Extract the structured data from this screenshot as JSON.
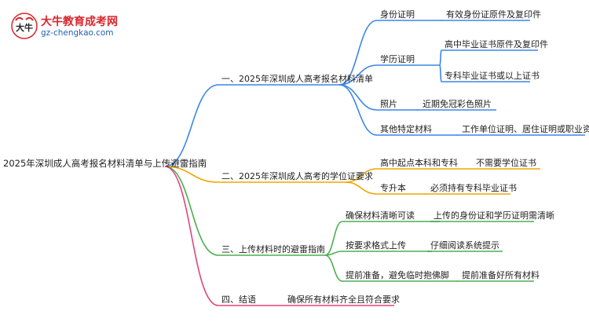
{
  "logo": {
    "title": "大牛教育成考网",
    "url_text": "gz-chengkao.com",
    "mark_text": "大牛"
  },
  "root": "2025年深圳成人高考报名材料清单与上传避雷指南",
  "branches": [
    {
      "label": "一、2025年深圳成人高考报名材料清单",
      "color": "#3a86e8",
      "children": [
        {
          "label": "身份证明",
          "leaves": [
            "有效身份证原件及复印件"
          ]
        },
        {
          "label": "学历证明",
          "leaves": [
            "高中毕业证书原件及复印件",
            "专科毕业证书或以上证书"
          ]
        },
        {
          "label": "照片",
          "leaves": [
            "近期免冠彩色照片"
          ]
        },
        {
          "label": "其他特定材料",
          "leaves": [
            "工作单位证明、居住证明或职业资格证书"
          ]
        }
      ]
    },
    {
      "label": "二、2025年深圳成人高考的学位证要求",
      "color": "#f0a500",
      "children": [
        {
          "label": "高中起点本科和专科",
          "leaves": [
            "不需要学位证书"
          ]
        },
        {
          "label": "专升本",
          "leaves": [
            "必须持有专科毕业证书"
          ]
        }
      ]
    },
    {
      "label": "三、上传材料时的避雷指南",
      "color": "#4caf50",
      "children": [
        {
          "label": "确保材料清晰可读",
          "leaves": [
            "上传的身份证和学历证明需清晰"
          ]
        },
        {
          "label": "按要求格式上传",
          "leaves": [
            "仔细阅读系统提示"
          ]
        },
        {
          "label": "提前准备，避免临时抱佛脚",
          "leaves": [
            "提前准备好所有材料"
          ]
        }
      ]
    },
    {
      "label": "四、结语",
      "color": "#e0457b",
      "children": [
        {
          "label": "确保所有材料齐全且符合要求",
          "leaves": []
        }
      ]
    }
  ]
}
